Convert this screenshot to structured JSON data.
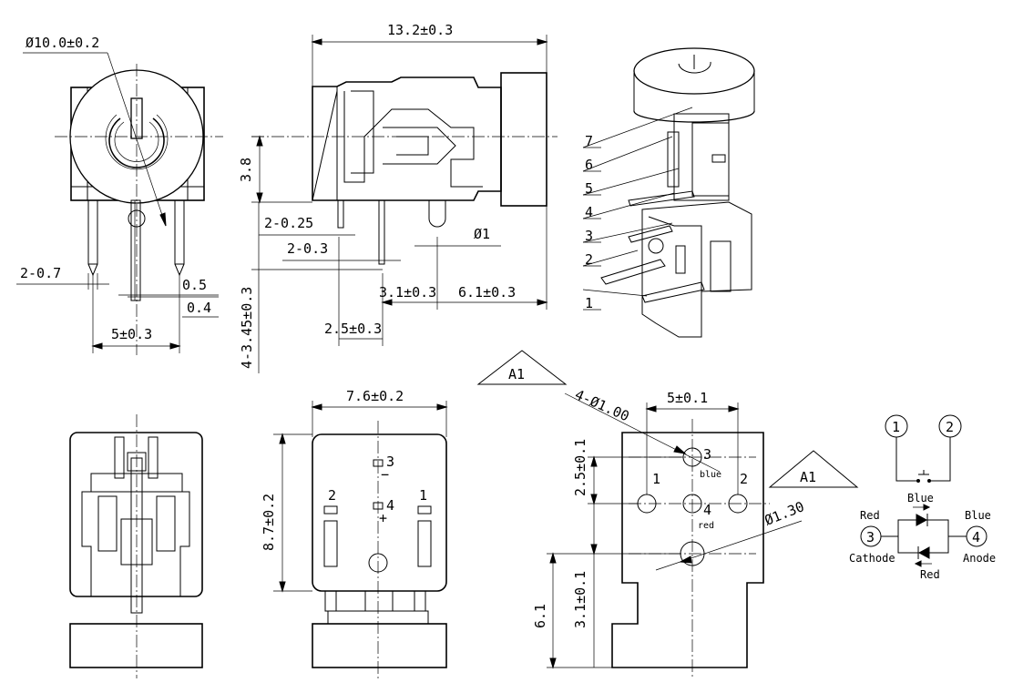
{
  "front_view": {
    "dim_diameter": "Ø10.0±0.2",
    "dim_pin_width": "2-0.7",
    "dim_05": "0.5",
    "dim_04": "0.4",
    "dim_pitch": "5±0.3"
  },
  "side_view": {
    "dim_length": "13.2±0.3",
    "dim_height": "3.8",
    "dim_pin_025": "2-0.25",
    "dim_pin_03": "2-0.3",
    "dim_peg": "Ø1",
    "dim_31": "3.1±0.3",
    "dim_61": "6.1±0.3",
    "dim_25": "2.5±0.3",
    "dim_pinlen": "4-3.45±0.3"
  },
  "exploded_view": {
    "labels": [
      "7",
      "6",
      "5",
      "4",
      "3",
      "2",
      "1"
    ]
  },
  "bottom_view": {
    "dim_width": "7.6±0.2",
    "dim_height": "8.7±0.2",
    "pin_3": "3",
    "pin_4": "4",
    "pin_2": "2",
    "pin_1": "1",
    "minus": "−",
    "plus": "+"
  },
  "pcb_layout": {
    "a1_left": "A1",
    "a1_right": "A1",
    "dim_holes": "4-Ø1.00",
    "dim_pitch": "5±0.1",
    "dim_25": "2.5±0.1",
    "dim_31": "3.1±0.1",
    "dim_61": "6.1",
    "dim_peg": "Ø1.30",
    "pin_1": "1",
    "pin_2": "2",
    "pin_3": "3",
    "pin_4": "4",
    "blue_small": "blue",
    "red_small": "red"
  },
  "schematic": {
    "pin_1": "1",
    "pin_2": "2",
    "pin_3": "3",
    "pin_4": "4",
    "red_top": "Red",
    "cathode": "Cathode",
    "blue_top": "Blue",
    "blue_right": "Blue",
    "anode": "Anode",
    "red_bottom": "Red"
  }
}
